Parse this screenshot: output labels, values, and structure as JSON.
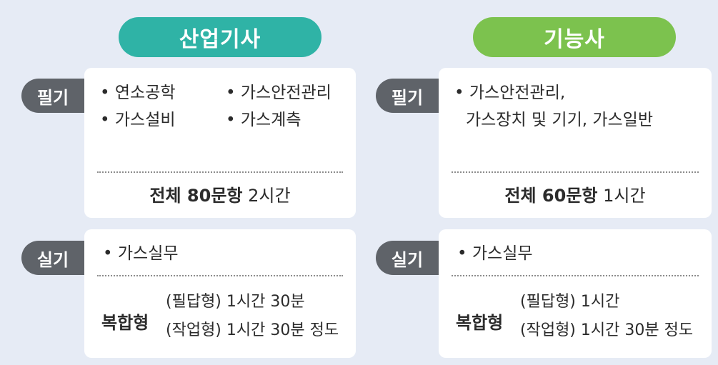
{
  "columns": [
    {
      "title": "산업기사",
      "written_tag": "필기",
      "written_subjects": [
        "연소공학",
        "가스안전관리",
        "가스설비",
        "가스계측"
      ],
      "written_total_bold": "전체 80문항",
      "written_total_time": "2시간",
      "practical_tag": "실기",
      "practical_item": "가스실무",
      "combo_label": "복합형",
      "combo_lines": [
        "(필답형) 1시간 30분",
        "(작업형) 1시간 30분 정도"
      ]
    },
    {
      "title": "기능사",
      "written_tag": "필기",
      "written_subjects_line1": "가스안전관리,",
      "written_subjects_line2": "가스장치 및 기기, 가스일반",
      "written_total_bold": "전체 60문항",
      "written_total_time": "1시간",
      "practical_tag": "실기",
      "practical_item": "가스실무",
      "combo_label": "복합형",
      "combo_lines": [
        "(필답형) 1시간",
        "(작업형) 1시간 30분 정도"
      ]
    }
  ],
  "colors": {
    "background": "#e6ebf5",
    "industrial_engineer_pill": "#2fb3a6",
    "craftsman_pill": "#7cc24e",
    "tag": "#5f6369"
  }
}
